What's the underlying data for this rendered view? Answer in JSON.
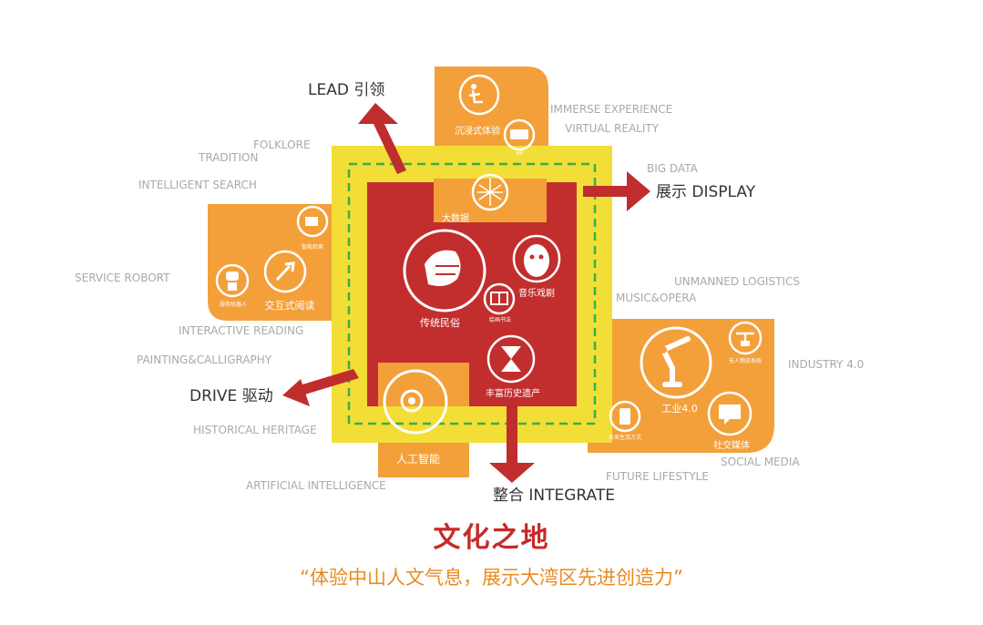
{
  "arrows": {
    "lead": "LEAD 引领",
    "display": "展示 DISPLAY",
    "drive": "DRIVE 驱动",
    "integrate": "整合 INTEGRATE"
  },
  "modules": {
    "immersive": "沉浸式体验",
    "vr_small": "VR",
    "big_data": "大数据",
    "smart_search": "智能检索",
    "service_robot_small": "服务机器人",
    "interactive_reading": "交互式阅读",
    "folk_culture": "传统民俗",
    "opera": "音乐戏剧",
    "calligraphy_small": "绘画书法",
    "heritage": "丰富历史遗产",
    "robot_arm_small": "无人物流系统",
    "industry": "工业4.0",
    "future_life_small": "未来生活方式",
    "social_media": "社交媒体",
    "ai": "人工智能"
  },
  "outer_labels": {
    "immerse": "IMMERSE EXPERIENCE",
    "vr": "VIRTUAL REALITY",
    "big_data": "BIG DATA",
    "folklore": "FOLKLORE",
    "tradition": "TRADITION",
    "search": "INTELLIGENT SEARCH",
    "service_robot": "SERVICE ROBORT",
    "interactive": "INTERACTIVE READING",
    "painting": "PAINTING&CALLIGRAPHY",
    "historical": "HISTORICAL HERITAGE",
    "artificial": "ARTIFICIAL INTELLIGENCE",
    "future": "FUTURE LIFESTYLE",
    "social": "SOCIAL MEDIA",
    "music": "MUSIC&OPERA",
    "logistics": "UNMANNED LOGISTICS",
    "industry": "INDUSTRY 4.0"
  },
  "caption": {
    "title": "文化之地",
    "subtitle": "“体验中山人文气息，展示大湾区先进创造力”"
  },
  "colors": {
    "orange": "#F3A03A",
    "yellow": "#F2DE36",
    "red": "#C22E2E",
    "arrow": "#BF2D2D",
    "green_dash": "#3AAE4A",
    "gray_label": "#A9A9A9",
    "dark_label": "#333333"
  }
}
